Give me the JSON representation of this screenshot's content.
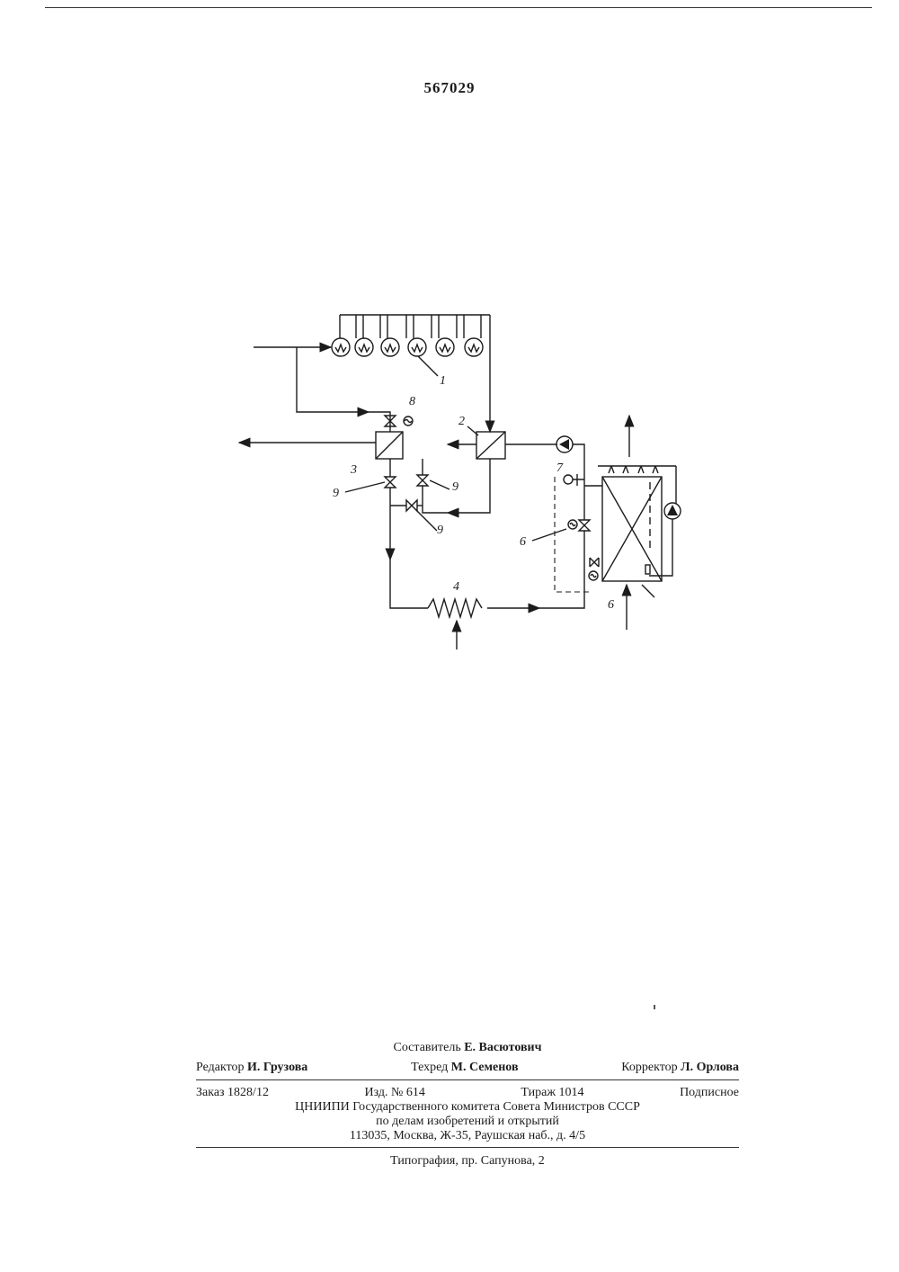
{
  "patent_number": "567029",
  "diagram": {
    "labels": {
      "l1": "1",
      "l2": "2",
      "l3": "3",
      "l4": "4",
      "l6a": "6",
      "l6b": "6",
      "l7": "7",
      "l8": "8",
      "l9a": "9",
      "l9b": "9",
      "l9c": "9"
    }
  },
  "imprint": {
    "compiler_label": "Составитель",
    "compiler_name": "Е. Васютович",
    "editor_label": "Редактор",
    "editor_name": "И. Грузова",
    "techred_label": "Техред",
    "techred_name": "М. Семенов",
    "corrector_label": "Корректор",
    "corrector_name": "Л. Орлова",
    "order": "Заказ 1828/12",
    "edition": "Изд. № 614",
    "circulation": "Тираж 1014",
    "subscription": "Подписное",
    "org_line1": "ЦНИИПИ Государственного комитета Совета Министров СССР",
    "org_line2": "по делам изобретений и открытий",
    "address": "113035, Москва, Ж-35, Раушская наб., д. 4/5",
    "printing": "Типография, пр. Сапунова, 2"
  }
}
